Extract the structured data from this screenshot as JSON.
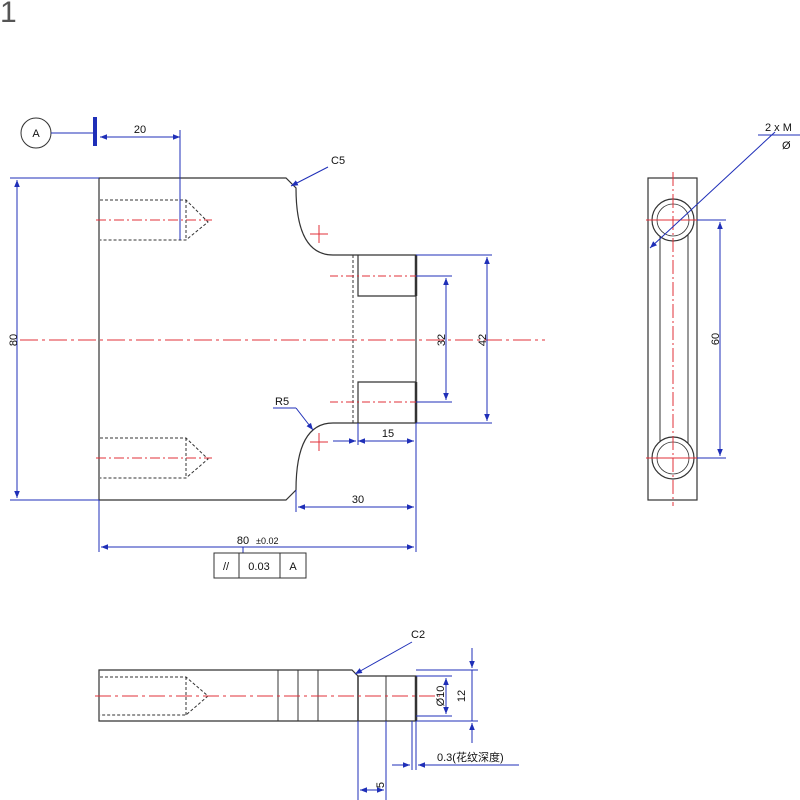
{
  "page_number": "1",
  "colors": {
    "outline": "#333333",
    "dimension": "#1f2fb8",
    "centerline": "#e0303a",
    "text": "#111111"
  },
  "datum": {
    "label": "A"
  },
  "front_view": {
    "dim_top_left": "20",
    "chamfer_top": "C5",
    "dim_height": "80",
    "dim_inner": "32",
    "dim_outer": "42",
    "fillet": "R5",
    "dim_15": "15",
    "dim_30": "30",
    "dim_width": "80",
    "dim_width_tol": "±0.02",
    "tolerance_frame": {
      "symbol": "//",
      "value": "0.03",
      "datum": "A"
    }
  },
  "side_view": {
    "callout_line1": "2 x M",
    "callout_line2": "Ø",
    "dim_spacing": "60"
  },
  "bottom_view": {
    "chamfer": "C2",
    "dia": "Ø10",
    "thickness": "12",
    "depth_note": "0.3(花纹深度)",
    "dim_5": "5"
  }
}
